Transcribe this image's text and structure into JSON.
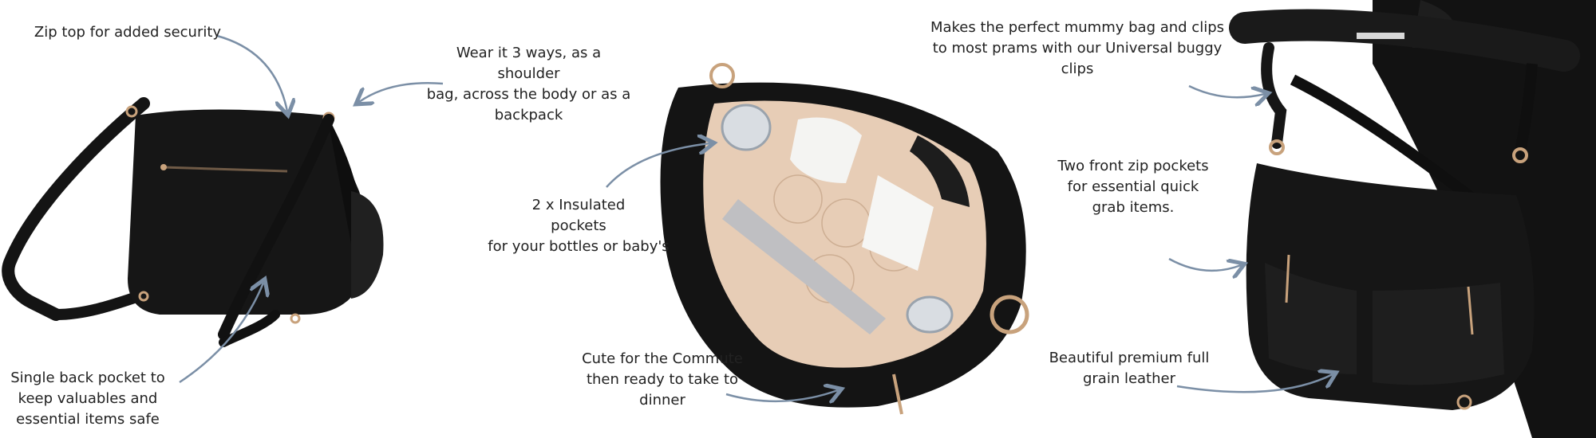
{
  "image": {
    "accent_color": "#7b8fa6",
    "bag_color": "#141414",
    "lining_color": "#e7cdb6",
    "hardware_color": "#c8a27c"
  },
  "callouts": [
    {
      "id": "zip-top",
      "text": "Zip top for added security"
    },
    {
      "id": "wear-3-ways",
      "text": "Wear it 3 ways, as a shoulder\nbag, across the body or as a\nbackpack"
    },
    {
      "id": "back-pocket",
      "text": "Single back pocket to\nkeep valuables and\nessential items safe"
    },
    {
      "id": "insulated-pockets",
      "text": "2 x Insulated\npockets\nfor your bottles or baby's"
    },
    {
      "id": "commute",
      "text": "Cute for the Commute\nthen ready to take to\ndinner"
    },
    {
      "id": "mummy-bag",
      "text": "Makes the perfect mummy bag and clips\nto most prams with our Universal  buggy\nclips"
    },
    {
      "id": "front-zip",
      "text": "Two front zip pockets\nfor essential quick\ngrab items."
    },
    {
      "id": "leather",
      "text": "Beautiful premium full\ngrain leather"
    }
  ]
}
